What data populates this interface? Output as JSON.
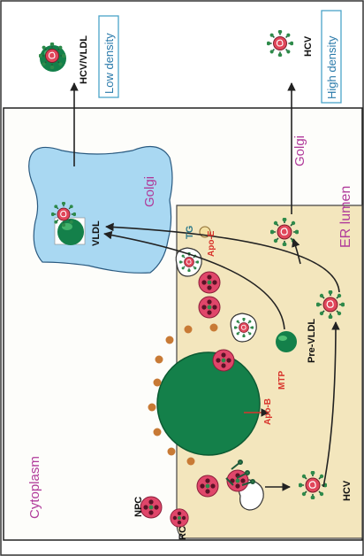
{
  "labels": {
    "hcv_vldl": "HCV/VLDL",
    "low_density": "Low density",
    "hcv_top": "HCV",
    "high_density": "High density",
    "golgi_box": "Golgi",
    "vldl": "VLDL",
    "golgi_right": "Golgi",
    "er_lumen": "ER lumen",
    "tg": "TG",
    "apo_e": "Apo-E",
    "pre_vldl": "Pre-VLDL",
    "mtp": "MTP",
    "apo_b": "Apo-B",
    "cytoplasm": "Cytoplasm",
    "npc": "NPC",
    "rc": "RC",
    "hcv_bottom": "HCV"
  },
  "colors": {
    "er_lumen_fill": "#f3e6bd",
    "golgi_fill": "#a9d8f2",
    "lipid_droplet": "#14804a",
    "legend_border": "#4aa3c8",
    "legend_text": "#2a7aaa",
    "magenta_text": "#b03a9a",
    "red_text": "#d8342c",
    "virion_core": "#e0465a",
    "npc_fill": "#e0466a",
    "spike": "#1f5a3a",
    "orange_dot": "#c87a35"
  }
}
